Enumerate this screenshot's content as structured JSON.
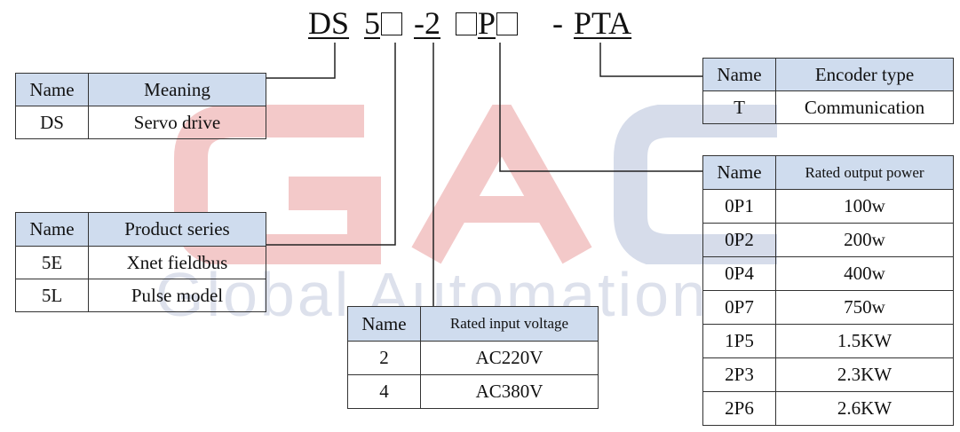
{
  "model_code": {
    "prefix": "DS",
    "series_digit": "5",
    "voltage_part": "-2",
    "power_letter": "P",
    "encoder_part": "PTA",
    "separator": "-"
  },
  "watermark": {
    "logo_letters": "GAC",
    "text": "Global Automation"
  },
  "tables": {
    "meaning": {
      "headers": [
        "Name",
        "Meaning"
      ],
      "rows": [
        [
          "DS",
          "Servo drive"
        ]
      ]
    },
    "product_series": {
      "headers": [
        "Name",
        "Product series"
      ],
      "rows": [
        [
          "5E",
          "Xnet fieldbus"
        ],
        [
          "5L",
          "Pulse model"
        ]
      ]
    },
    "input_voltage": {
      "headers": [
        "Name",
        "Rated input voltage"
      ],
      "rows": [
        [
          "2",
          "AC220V"
        ],
        [
          "4",
          "AC380V"
        ]
      ]
    },
    "encoder_type": {
      "headers": [
        "Name",
        "Encoder type"
      ],
      "rows": [
        [
          "T",
          "Communication"
        ]
      ]
    },
    "output_power": {
      "headers": [
        "Name",
        "Rated output power"
      ],
      "rows": [
        [
          "0P1",
          "100w"
        ],
        [
          "0P2",
          "200w"
        ],
        [
          "0P4",
          "400w"
        ],
        [
          "0P7",
          "750w"
        ],
        [
          "1P5",
          "1.5KW"
        ],
        [
          "2P3",
          "2.3KW"
        ],
        [
          "2P6",
          "2.6KW"
        ]
      ]
    }
  },
  "colors": {
    "header_bg": "#cfdcee",
    "watermark_red": "#f3c9c9",
    "watermark_blue": "#d6dcea"
  }
}
